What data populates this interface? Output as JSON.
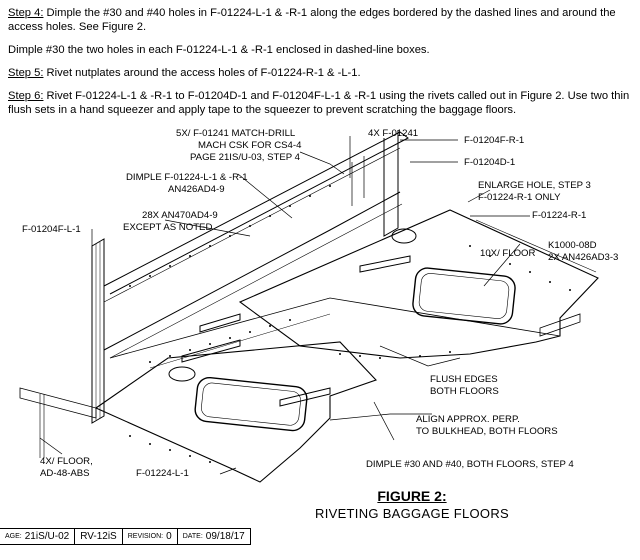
{
  "steps": [
    {
      "label": "Step 4:",
      "text": " Dimple the #30 and #40 holes in F-01224-L-1 & -R-1 along the edges bordered by the dashed lines and around the access holes. See Figure 2."
    },
    {
      "label": "",
      "text": "Dimple #30 the two holes in each F-01224-L-1 & -R-1 enclosed in dashed-line boxes."
    },
    {
      "label": "Step 5:",
      "text": " Rivet nutplates around the access holes of F-01224-R-1 & -L-1."
    },
    {
      "label": "Step 6:",
      "text": " Rivet F-01224-L-1 & -R-1 to F-01204D-1 and F-01204F-L-1 & -R-1 using the rivets called out in Figure 2. Use two thin flush sets in a hand squeezer and apply tape to the squeezer to prevent scratching the baggage floors."
    }
  ],
  "callouts": {
    "match_drill_1": "5X/ F-01241 MATCH-DRILL",
    "match_drill_2": "MACH CSK FOR CS4-4",
    "match_drill_3": "PAGE 21IS/U-03, STEP 4",
    "f01241": "4X F-01241",
    "f01204f_r": "F-01204F-R-1",
    "f01204d": "F-01204D-1",
    "dimple_1": "DIMPLE F-01224-L-1 & -R-1",
    "dimple_2": "AN426AD4-9",
    "enlarge_1": "ENLARGE HOLE, STEP 3",
    "enlarge_2": "F-01224-R-1 ONLY",
    "an470_1": "28X AN470AD4-9",
    "an470_2": "EXCEPT AS NOTED",
    "f01224_r": "F-01224-R-1",
    "f01204f_l": "F-01204F-L-1",
    "floor_10x": "10X/ FLOOR",
    "k1000_1": "K1000-08D",
    "k1000_2": "2X AN426AD3-3",
    "flush_1": "FLUSH EDGES",
    "flush_2": "BOTH FLOORS",
    "align_1": "ALIGN APPROX. PERP.",
    "align_2": "TO BULKHEAD, BOTH FLOORS",
    "floor_4x_1": "4X/ FLOOR,",
    "floor_4x_2": "AD-48-ABS",
    "dimple_both": "DIMPLE #30 AND #40, BOTH FLOORS, STEP 4",
    "f01224_l": "F-01224-L-1"
  },
  "figure": {
    "title": "FIGURE 2:",
    "subtitle": "RIVETING BAGGAGE FLOORS"
  },
  "title_block": {
    "page_label": "AGE:",
    "page_value": "21iS/U-02",
    "model": "RV-12iS",
    "revision_label": "REVISION:",
    "revision_value": "0",
    "date_label": "DATE:",
    "date_value": "09/18/17"
  }
}
